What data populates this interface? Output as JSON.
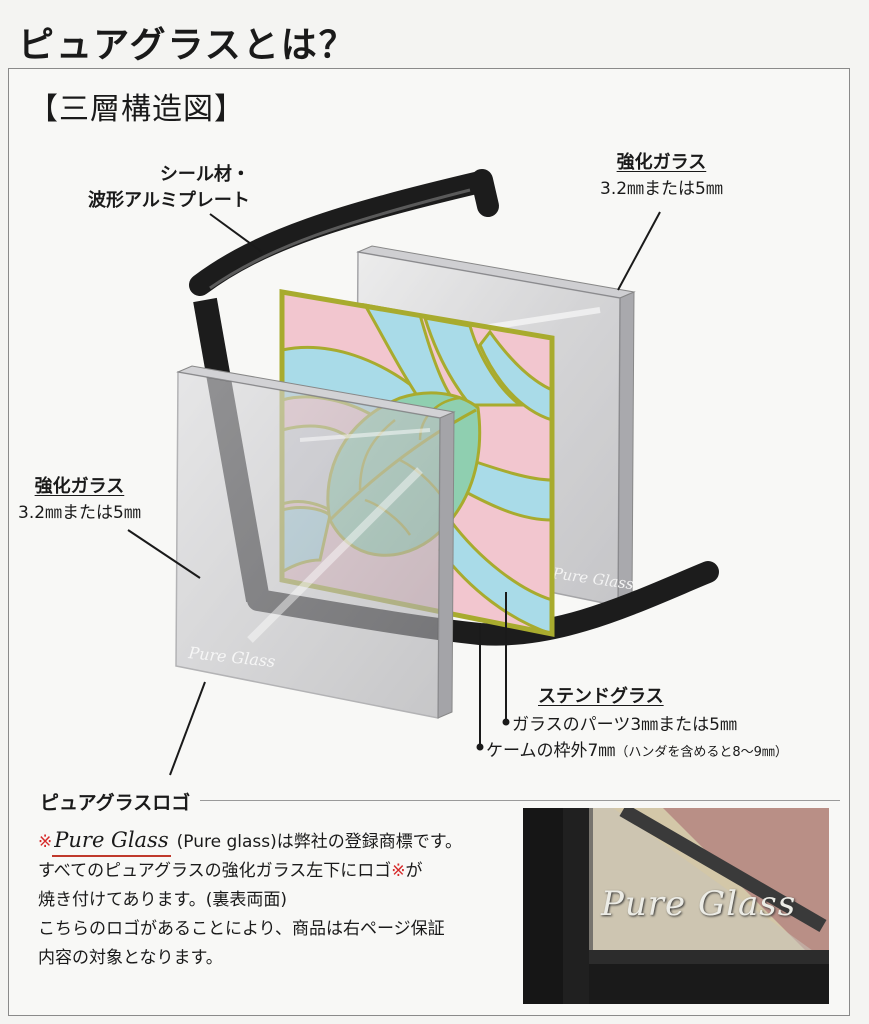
{
  "page": {
    "title": "ピュアグラスとは？",
    "section_title": "【三層構造図】"
  },
  "labels": {
    "seal": {
      "line1": "シール材・",
      "line2": "波形アルミプレート"
    },
    "glass_right": {
      "name": "強化ガラス",
      "spec": "3.2㎜または5㎜"
    },
    "glass_left": {
      "name": "強化ガラス",
      "spec": "3.2㎜または5㎜"
    },
    "stained": {
      "name": "ステンドグラス",
      "item1": "ガラスのパーツ3㎜または5㎜",
      "item2": "ケームの枠外7㎜",
      "item2_note": "（ハンダを含めると8〜9㎜）"
    },
    "glass_mark": "Pure Glass"
  },
  "logo_section": {
    "heading": "ピュアグラスロゴ",
    "mark": "※",
    "logo_text": "Pure Glass",
    "line1_suffix": "(Pure glass)は弊社の登録商標です。",
    "line2_prefix": "すべてのピュアグラスの強化ガラス左下にロゴ",
    "line2_mark": "※",
    "line2_suffix": "が",
    "line3": "焼き付けてあります。(裏表両面)",
    "line4": "こちらのロゴがあることにより、商品は右ページ保証",
    "line5": "内容の対象となります。",
    "photo_logo": "Pure Glass"
  },
  "colors": {
    "pink": "#f2c6cf",
    "blue": "#a9dbe8",
    "leaf": "#8fcfb0",
    "lead": "#a8ab2e",
    "frame": "#1c1c1c",
    "accent": "#d62b2b"
  }
}
